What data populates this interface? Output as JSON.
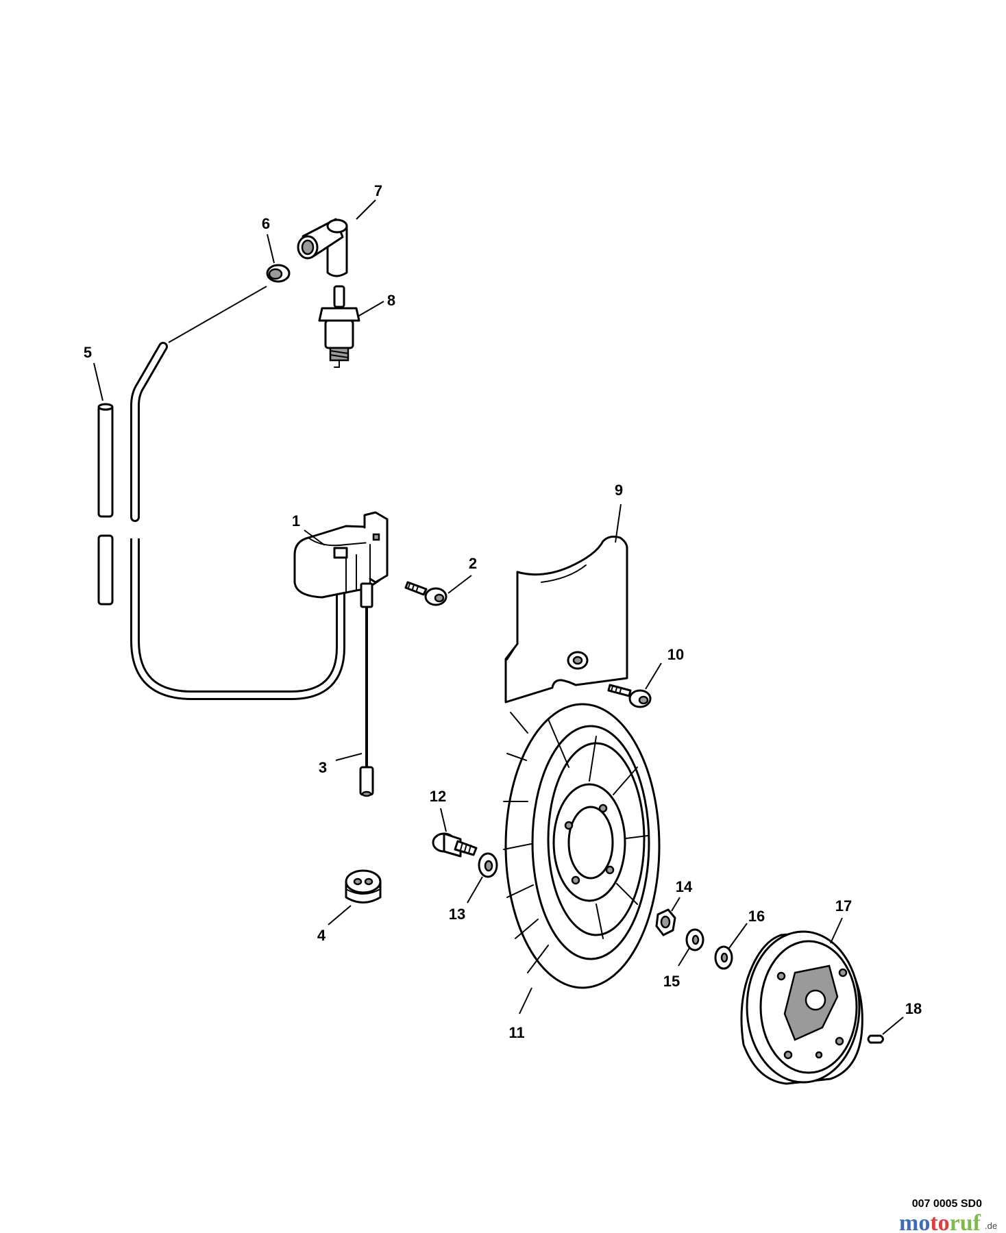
{
  "callouts": {
    "n1": "1",
    "n2": "2",
    "n3": "3",
    "n4": "4",
    "n5": "5",
    "n6": "6",
    "n7": "7",
    "n8": "8",
    "n9": "9",
    "n10": "10",
    "n11": "11",
    "n12": "12",
    "n13": "13",
    "n14": "14",
    "n15": "15",
    "n16": "16",
    "n17": "17",
    "n18": "18"
  },
  "doc_number": "007 0005 SD0",
  "watermark": {
    "brand": "motoruf",
    "suffix": ".de",
    "colors": {
      "mo": "#2a5db0",
      "to": "#e0262b",
      "ruf": "#6fb43a"
    }
  }
}
